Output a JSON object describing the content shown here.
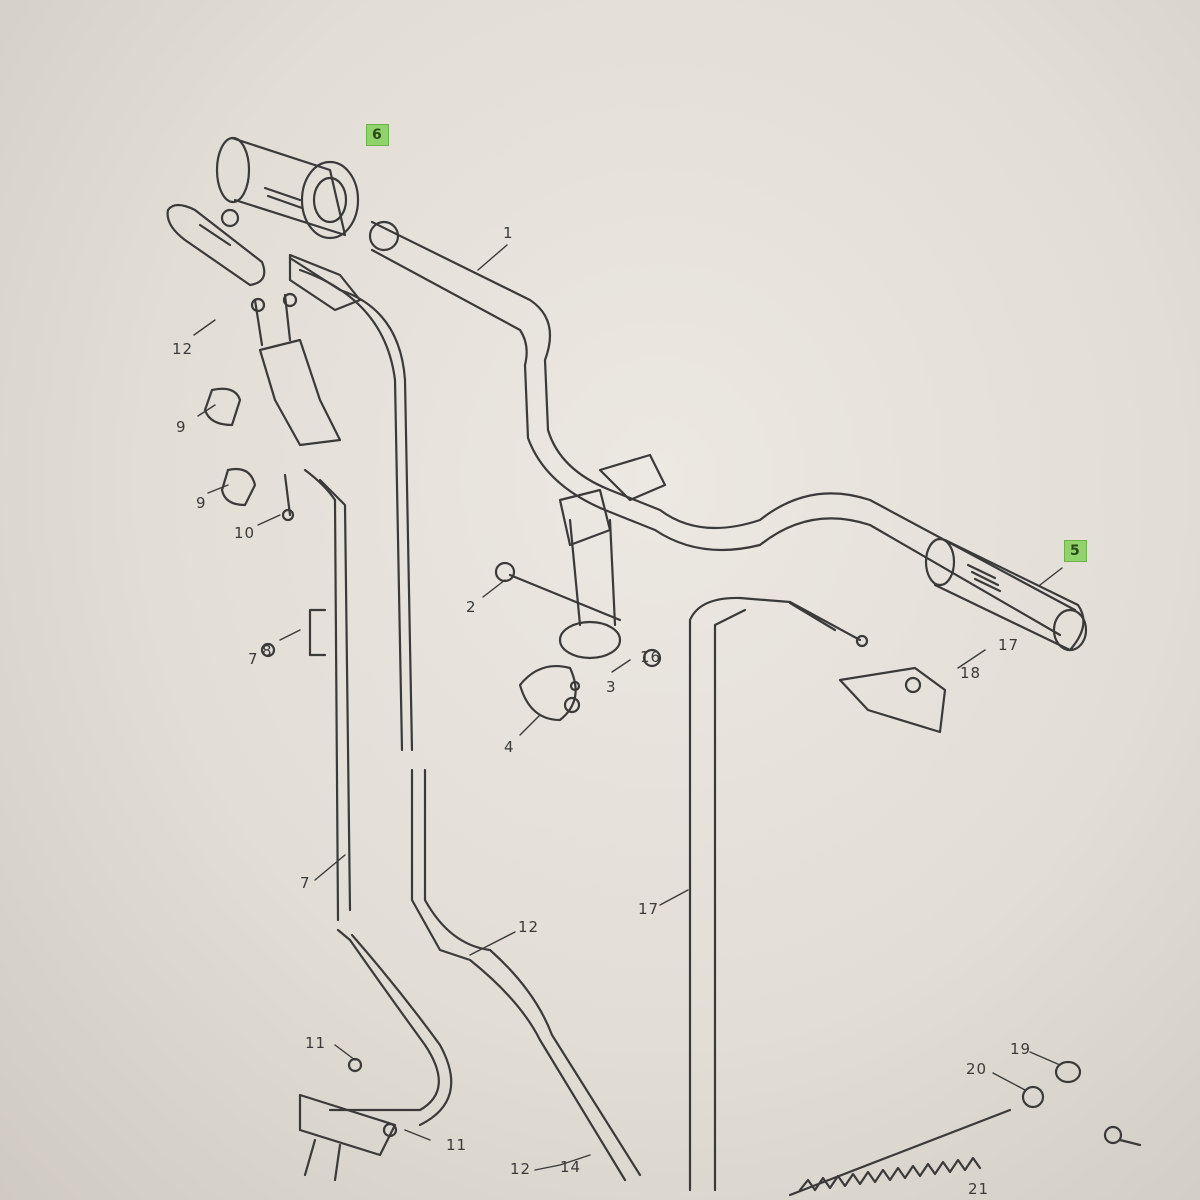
{
  "callouts": {
    "c1": "1",
    "c2": "2",
    "c3": "3",
    "c4": "4",
    "c5": "5",
    "c6": "6",
    "c7": "7",
    "c8": "8",
    "c9a": "9",
    "c9b": "9",
    "c10": "10",
    "c11a": "11",
    "c11b": "11",
    "c12a": "12",
    "c12b": "12",
    "c12c": "12",
    "c14": "14",
    "c16": "16",
    "c17a": "17",
    "c17b": "17",
    "c18": "18",
    "c19": "19",
    "c20": "20",
    "c21": "21"
  },
  "colors": {
    "highlight": "#8fd36a",
    "line": "#3a3a3a",
    "paper": "#ebe7e1"
  }
}
